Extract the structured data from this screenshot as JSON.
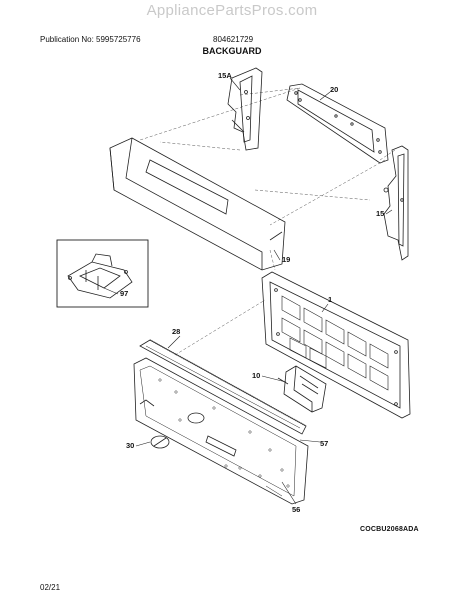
{
  "watermark": "AppliancePartsPros.com",
  "header": {
    "publication": "Publication No: 5995725776",
    "model": "804621729",
    "section": "BACKGUARD"
  },
  "footer": {
    "drawing_code": "COCBU2068ADA",
    "date": "02/21"
  },
  "callouts": {
    "p15a": "15A",
    "p20": "20",
    "p15": "15",
    "p19": "19",
    "p97": "97",
    "p1": "1",
    "p28": "28",
    "p10": "10",
    "p30": "30",
    "p57": "57",
    "p56": "56"
  }
}
